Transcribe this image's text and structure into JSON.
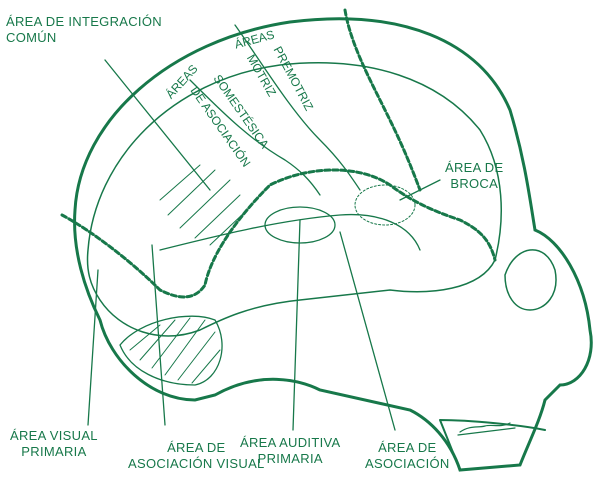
{
  "colors": {
    "ink": "#17784a"
  },
  "labels": {
    "integracion": [
      "ÁREA DE INTEGRACIÓN",
      "COMÚN"
    ],
    "areas_motor": "ÁREAS",
    "premotriz": "PREMOTRIZ",
    "motriz": "MOTRIZ",
    "areas_somest": "ÁREAS",
    "somestesica": "SOMESTÉSICA",
    "de_asociacion": "DE ASOCIACIÓN",
    "broca": [
      "ÁREA DE",
      "BROCA"
    ],
    "visual_primaria": [
      "ÁREA VISUAL",
      "PRIMARIA"
    ],
    "asociacion_visual": [
      "ÁREA DE",
      "ASOCIACIÓN VISUAL"
    ],
    "auditiva_primaria": [
      "ÁREA AUDITIVA",
      "PRIMARIA"
    ],
    "asociacion": [
      "ÁREA DE",
      "ASOCIACIÓN"
    ]
  }
}
